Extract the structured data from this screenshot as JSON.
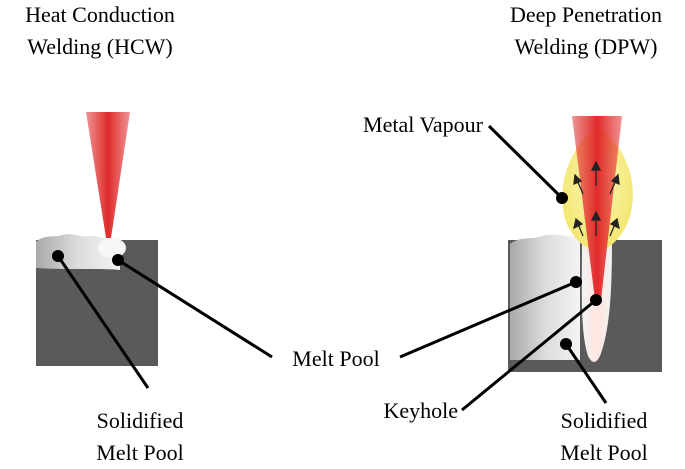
{
  "panels": {
    "hcw": {
      "title_line1": "Heat Conduction",
      "title_line2": "Welding (HCW)",
      "solidified_line1": "Solidified",
      "solidified_line2": "Melt Pool"
    },
    "dpw": {
      "title_line1": "Deep Penetration",
      "title_line2": "Welding (DPW)",
      "vapour_label": "Metal Vapour",
      "keyhole_label": "Keyhole",
      "solidified_line1": "Solidified",
      "solidified_line2": "Melt Pool"
    }
  },
  "shared": {
    "melt_pool_label": "Melt Pool"
  },
  "colors": {
    "metal_block": "#5a5a5a",
    "laser_beam": "#e43b3b",
    "vapour_plume": "#f7ef8f",
    "solidified_pool": "#d4d4d4",
    "leader_line": "#000000"
  }
}
